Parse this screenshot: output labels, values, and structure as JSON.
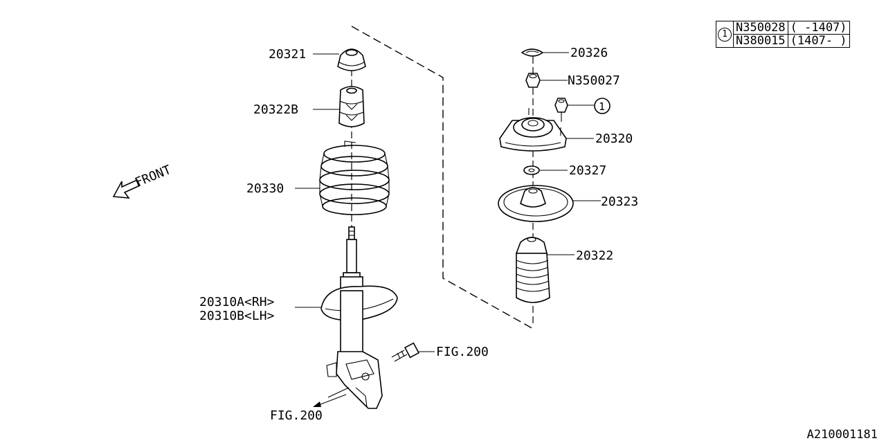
{
  "direction": {
    "label": "FRONT",
    "icon": "front-arrow-icon"
  },
  "callouts": {
    "p20321": "20321",
    "p20322B": "20322B",
    "p20330": "20330",
    "p20310A": "20310A<RH>",
    "p20310B": "20310B<LH>",
    "fig200_bolt": "FIG.200",
    "fig200_bottom": "FIG.200",
    "p20326": "20326",
    "pN350027": "N350027",
    "circle1": "1",
    "p20320": "20320",
    "p20327": "20327",
    "p20323": "20323",
    "p20322": "20322"
  },
  "legend": {
    "marker": "1",
    "rows": [
      {
        "part": "N350028",
        "range": "( -1407)"
      },
      {
        "part": "N380015",
        "range": "(1407- )"
      }
    ]
  },
  "reference_code": "A210001181"
}
